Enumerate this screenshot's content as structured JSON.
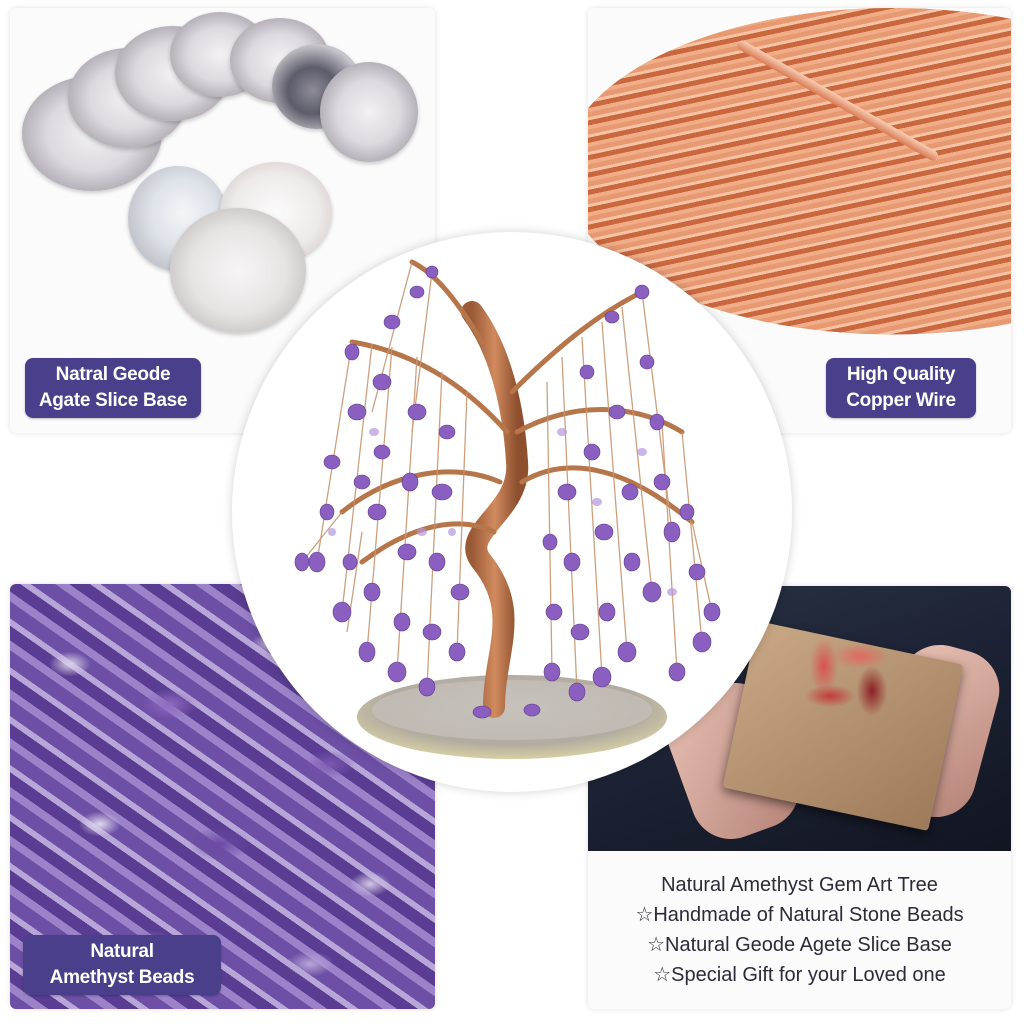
{
  "panels": {
    "top_left": {
      "subject": "agate-slices",
      "badge": {
        "line1": "Natral Geode",
        "line2": "Agate Slice Base"
      }
    },
    "top_right": {
      "subject": "copper-wire-coil",
      "badge": {
        "line1": "High Quality",
        "line2": "Copper Wire"
      }
    },
    "bottom_left": {
      "subject": "amethyst-chips",
      "badge": {
        "line1": "Natural",
        "line2": "Amethyst  Beads"
      }
    },
    "bottom_right": {
      "subject": "gift-box-in-hands",
      "caption": {
        "title": "Natural Amethyst Gem Art Tree",
        "bullets": [
          "☆Handmade of Natural Stone Beads",
          "☆Natural Geode Agete Slice Base",
          "☆Special Gift for your Loved one"
        ]
      }
    }
  },
  "center": {
    "subject": "amethyst-willow-tree-on-agate-base"
  },
  "colors": {
    "badge_bg": "#4a3f8a",
    "badge_text": "#ffffff",
    "amethyst": "#8a5fc0",
    "copper": "#c97a4e",
    "caption_text": "#2b2b3a"
  }
}
